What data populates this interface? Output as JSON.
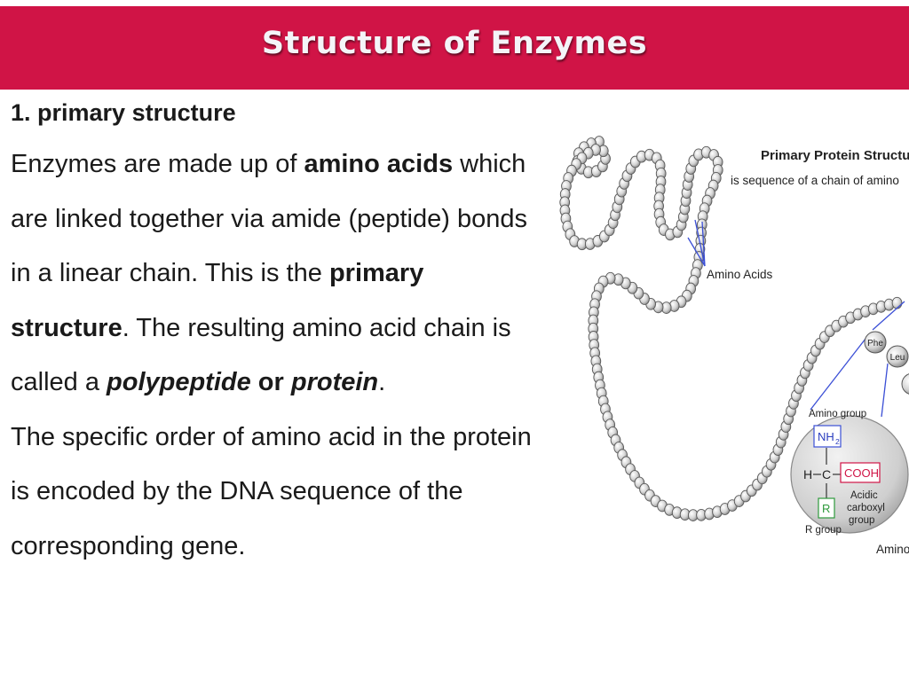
{
  "header": {
    "title": "Structure of Enzymes",
    "background": "#d01446"
  },
  "section": {
    "heading": "1. primary structure"
  },
  "paragraph": {
    "t1": "Enzymes are made up of ",
    "t2": "amino acids",
    "t3": " which are linked together via amide (peptide) bonds in a linear chain. This is the ",
    "t4": "primary structure",
    "t5": ". The resulting amino acid chain is called a ",
    "t6": "polypeptide",
    "t7": " or ",
    "t8": "protein",
    "t9": ".",
    "t10": " The specific order of amino acid in the protein is encoded by the DNA sequence of the corresponding gene."
  },
  "diagram": {
    "title": "Primary Protein Structure",
    "subtitle": "is sequence of a chain of amino",
    "amino_acids_label": "Amino Acids",
    "beads": [
      "Phe",
      "Leu"
    ],
    "amino_group": "Amino group",
    "nh2": "NH",
    "nh2_sub": "2",
    "h": "H",
    "c": "C",
    "cooh": "COOH",
    "acidic_1": "Acidic",
    "acidic_2": "carboxyl",
    "acidic_3": "group",
    "r": "R",
    "r_group": "R group",
    "amino_cut": "Amino"
  }
}
